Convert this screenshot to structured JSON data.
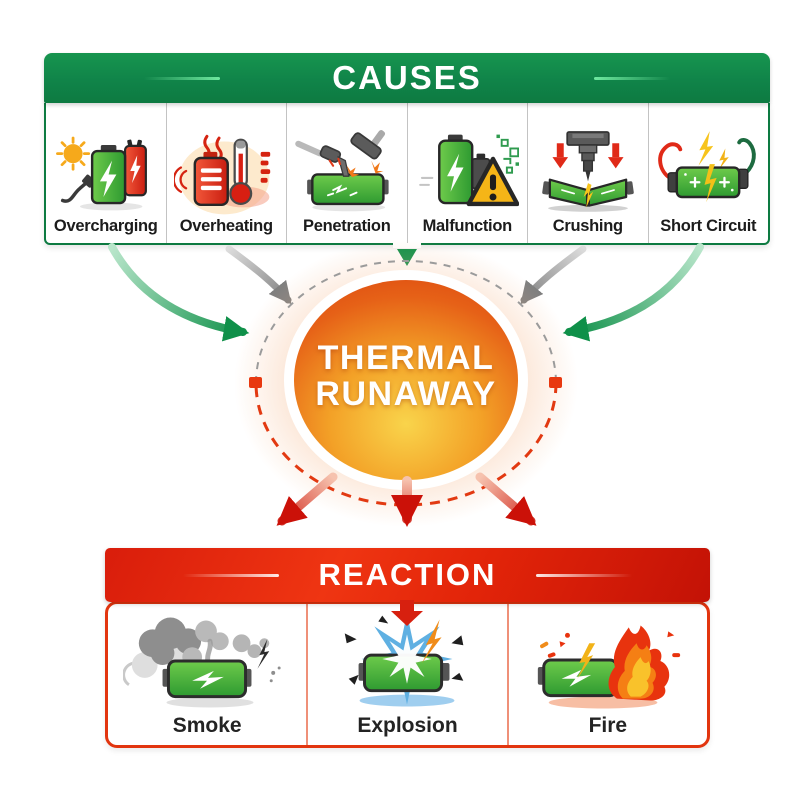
{
  "causes": {
    "header": "CAUSES",
    "items": [
      {
        "label": "Overcharging",
        "icon": "overcharging-icon"
      },
      {
        "label": "Overheating",
        "icon": "overheating-icon"
      },
      {
        "label": "Penetration",
        "icon": "penetration-icon"
      },
      {
        "label": "Malfunction",
        "icon": "malfunction-icon"
      },
      {
        "label": "Crushing",
        "icon": "crushing-icon"
      },
      {
        "label": "Short Circuit",
        "icon": "short-circuit-icon"
      }
    ]
  },
  "center": {
    "line1": "THERMAL",
    "line2": "RUNAWAY"
  },
  "reaction": {
    "header": "REACTION",
    "items": [
      {
        "label": "Smoke",
        "icon": "smoke-icon"
      },
      {
        "label": "Explosion",
        "icon": "explosion-icon"
      },
      {
        "label": "Fire",
        "icon": "fire-icon"
      }
    ]
  },
  "colors": {
    "header_green": "#0d7a41",
    "header_red": "#d91d0b",
    "core_orange_edge": "#dc470f",
    "core_yellow": "#f9d44b",
    "arrow_gray": "#7f7f7f",
    "arrow_green": "#0f9049",
    "arrow_red": "#cb1108",
    "battery_green": "#3fae3c",
    "warning_yellow": "#f5b517"
  }
}
